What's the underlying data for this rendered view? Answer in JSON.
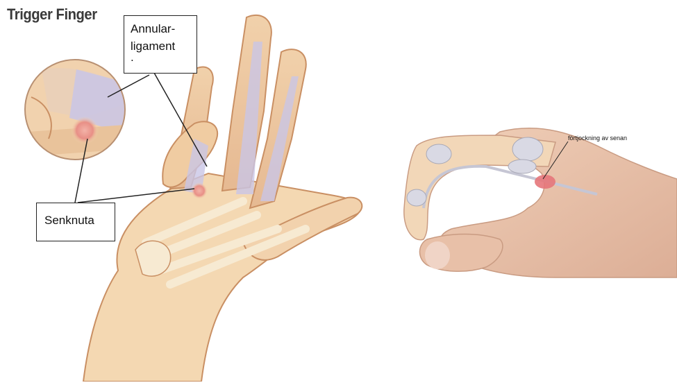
{
  "title": "Trigger Finger",
  "labels": {
    "annular_line1": "Annular-",
    "annular_line2": "ligament",
    "annular_line3": ".",
    "senknuta": "Senknuta",
    "thickening": "förtjockning av senan"
  },
  "colors": {
    "skin": "#f4d8b2",
    "skin_shadow": "#e3b98c",
    "bone": "#f7ead2",
    "tendon_sheath": "#c9c6e6",
    "nodule": "#e5757a",
    "thumb_skin": "#e8c0a8",
    "ligament_band": "#d9d9e4"
  }
}
